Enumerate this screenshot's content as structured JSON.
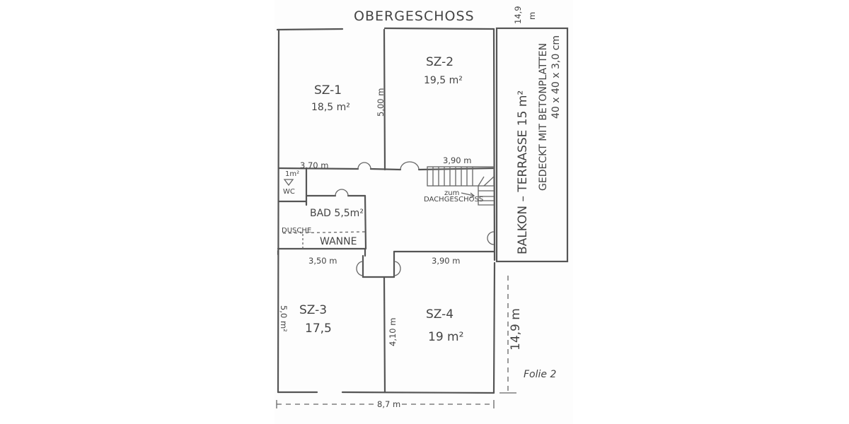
{
  "title": "OBERGESCHOSS",
  "top_dim": "14,9",
  "top_dim_unit": "m",
  "rooms": {
    "sz1": {
      "name": "SZ-1",
      "area": "18,5 m²"
    },
    "sz2": {
      "name": "SZ-2",
      "area": "19,5 m²"
    },
    "sz3": {
      "name": "SZ-3",
      "area": "17,5"
    },
    "sz4": {
      "name": "SZ-4",
      "area": "19 m²"
    },
    "wc": {
      "name": "WC",
      "area": "1m²"
    },
    "bad": {
      "name": "BAD 5,5m²"
    },
    "dusche": {
      "name": "DUSCHE"
    },
    "wanne": {
      "name": "WANNE"
    }
  },
  "dimensions": {
    "d_500": "5,00 m",
    "d_370": "3,70 m",
    "d_390_top": "3,90 m",
    "d_350": "3,50 m",
    "d_390_bottom": "3,90 m",
    "d_50": "5,0 m²",
    "d_410": "4,10 m",
    "d_149_side": "14,9 m",
    "d_87": "8,7 m"
  },
  "stairs": {
    "line1": "zum",
    "line2": "DACHGESCHOSS"
  },
  "balcony": {
    "line1": "BALKON – TERRASSE 15 m²",
    "line2": "GEDECKT MIT BETONPLATTEN",
    "line3": "40 x 40 x 3,0 cm"
  },
  "footer": "Folie 2"
}
